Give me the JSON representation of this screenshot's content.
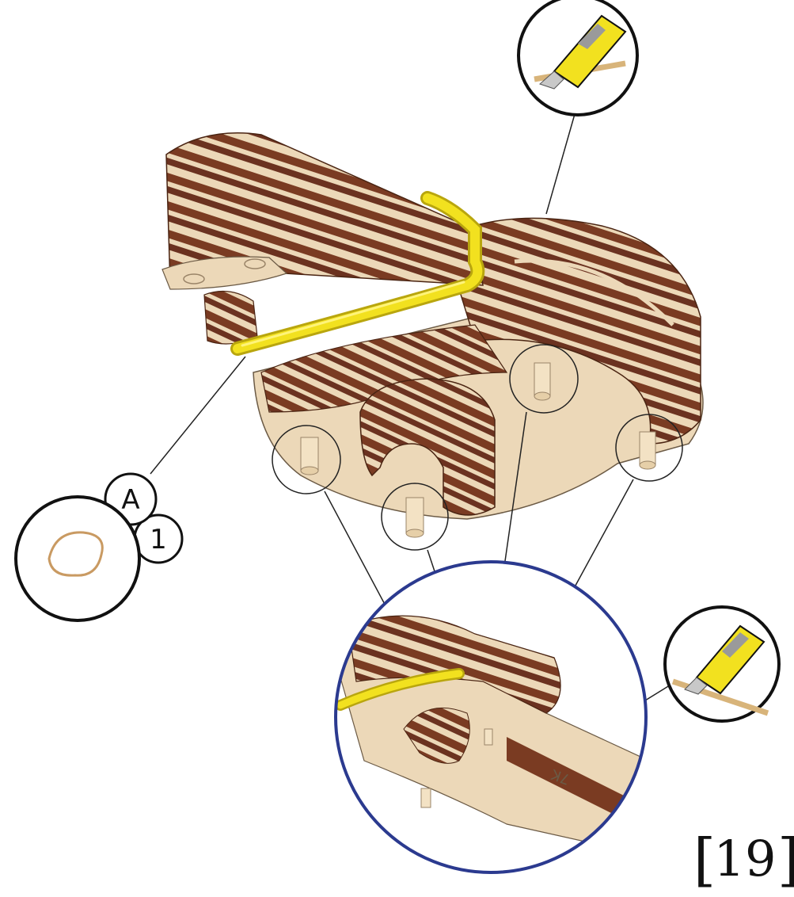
{
  "step": {
    "number": "19"
  },
  "part_callout": {
    "letter": "A",
    "count": "1",
    "part_icon": "rubber-band-icon"
  },
  "tool_icon": "utility-knife-icon",
  "engraved_label": "7K",
  "colors": {
    "plywood_light": "#ecd8b8",
    "plywood_dark": "#7a3b22",
    "band_yellow": "#f2e11f",
    "detail_circle": "#2b3a8f",
    "lines": "#111111",
    "rubber_band": "#c99a62"
  }
}
